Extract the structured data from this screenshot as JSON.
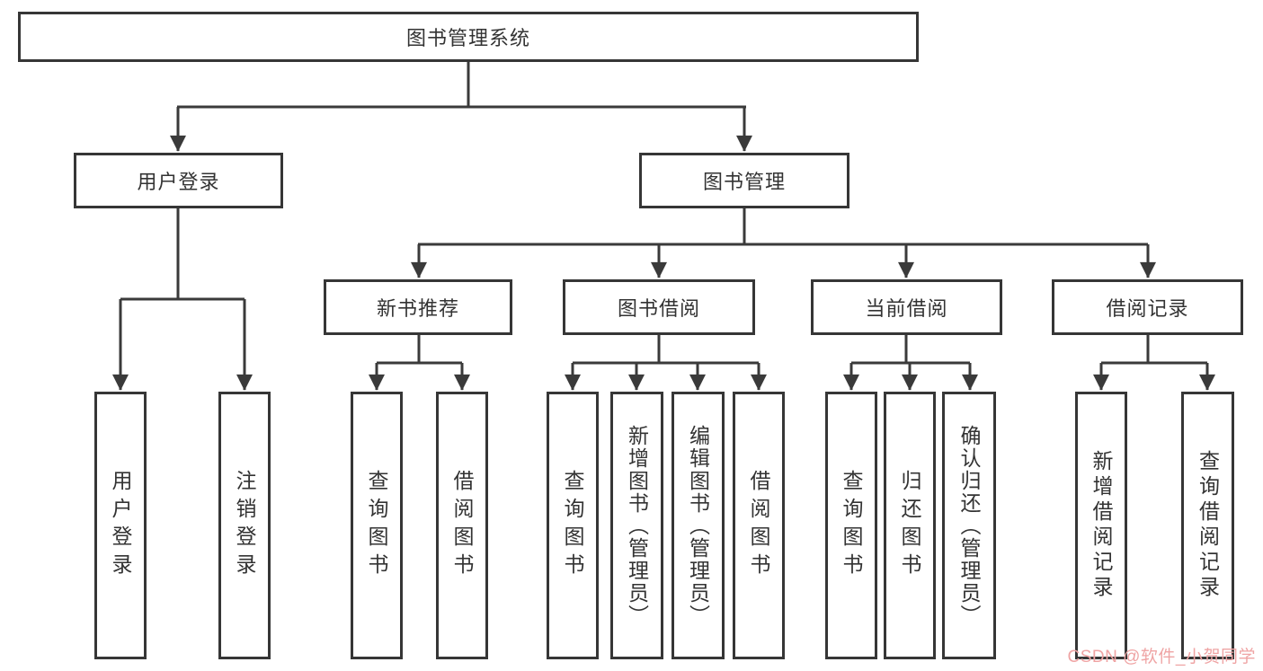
{
  "diagram": {
    "root": {
      "label": "图书管理系统"
    },
    "level2": [
      {
        "label": "用户登录"
      },
      {
        "label": "图书管理"
      }
    ],
    "level3": [
      {
        "label": "新书推荐"
      },
      {
        "label": "图书借阅"
      },
      {
        "label": "当前借阅"
      },
      {
        "label": "借阅记录"
      }
    ],
    "leaves": {
      "user_login": [
        "用户登录",
        "注销登录"
      ],
      "new_books": [
        "查询图书",
        "借阅图书"
      ],
      "book_borrow": [
        "查询图书",
        "新增图书（管理员）",
        "编辑图书（管理员）",
        "借阅图书"
      ],
      "current_borrow": [
        "查询图书",
        "归还图书",
        "确认归还（管理员）"
      ],
      "borrow_records": [
        "新增借阅记录",
        "查询借阅记录"
      ]
    }
  },
  "watermark": {
    "text": "CSDN @软件_小贺同学",
    "color": "#efa4a4"
  },
  "colors": {
    "line": "#3a3a3a",
    "box_border": "#363636",
    "text": "#333333",
    "background": "#ffffff"
  }
}
